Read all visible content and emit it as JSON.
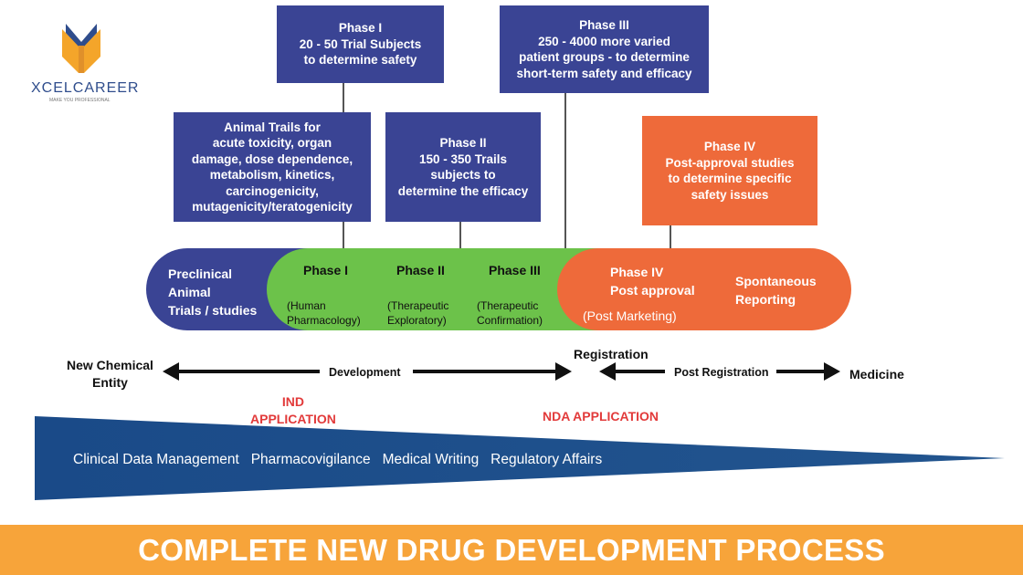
{
  "logo": {
    "brand": "XCELCAREER",
    "tagline": "MAKE YOU PROFESSIONAL"
  },
  "top_boxes": {
    "phase1": [
      "Phase I",
      "20 - 50 Trial Subjects",
      "to determine safety"
    ],
    "phase3": [
      "Phase III",
      "250 - 4000 more varied",
      "patient groups - to determine",
      "short-term safety and efficacy"
    ],
    "animal": [
      "Animal Trails for",
      "acute toxicity, organ",
      "damage, dose dependence,",
      "metabolism, kinetics,",
      "carcinogenicity,",
      "mutagenicity/teratogenicity"
    ],
    "phase2": [
      "Phase II",
      "150 - 350 Trails",
      "subjects to",
      "determine the efficacy"
    ],
    "phase4": [
      "Phase IV",
      "Post-approval studies",
      "to determine specific",
      "safety issues"
    ]
  },
  "bar": {
    "preclinical": [
      "Preclinical",
      "Animal",
      "Trials / studies"
    ],
    "phase1_title": "Phase I",
    "phase1_sub": [
      "(Human",
      "Pharmacology)"
    ],
    "phase2_title": "Phase II",
    "phase2_sub": [
      "(Therapeutic",
      "Exploratory)"
    ],
    "phase3_title": "Phase III",
    "phase3_sub": [
      "(Therapeutic",
      "Confirmation)"
    ],
    "phase4_title": [
      "Phase IV",
      "Post approval"
    ],
    "post_marketing": "(Post Marketing)",
    "spontaneous": [
      "Spontaneous",
      "Reporting"
    ]
  },
  "timeline": {
    "new_chemical": [
      "New Chemical",
      "Entity"
    ],
    "development": "Development",
    "registration": "Registration",
    "post_registration": "Post Registration",
    "medicine": "Medicine",
    "ind": [
      "IND",
      "APPLICATION"
    ],
    "nda": "NDA APPLICATION"
  },
  "wedge_text": "Clinical Data Management   Pharmacovigilance   Medical Writing   Regulatory Affairs",
  "footer_title": "COMPLETE NEW DRUG DEVELOPMENT PROCESS",
  "colors": {
    "blue": "#3a4494",
    "green": "#6cc24a",
    "orange": "#ee6a3a",
    "red": "#e23a3a",
    "footer": "#f7a43a",
    "wedge": "#1d4f8c"
  }
}
